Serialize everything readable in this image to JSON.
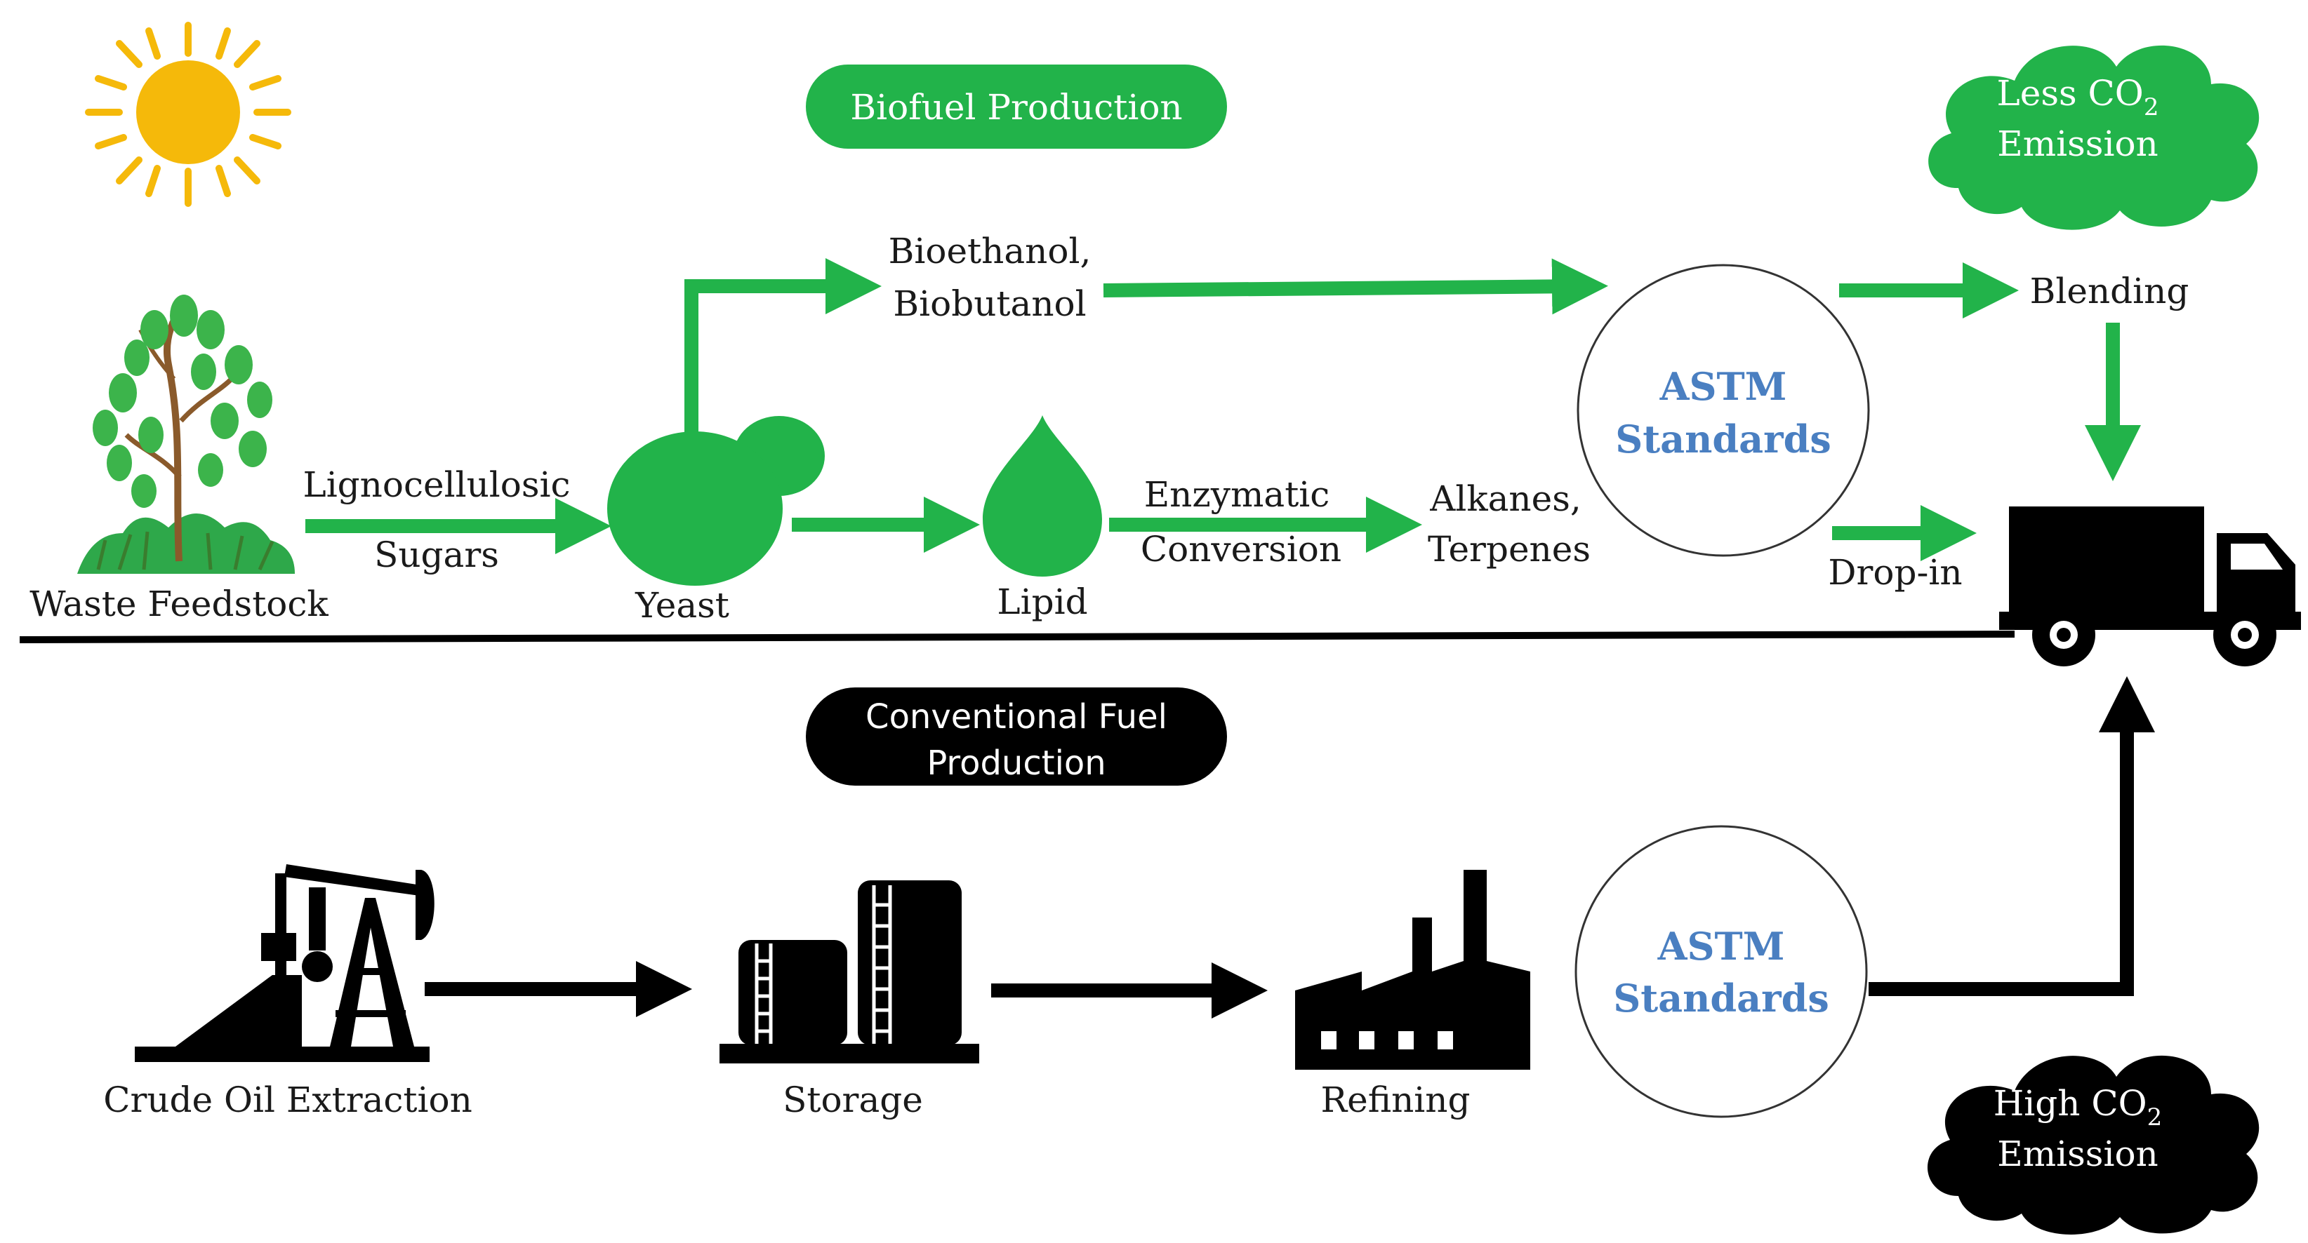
{
  "colors": {
    "bio_green": "#22b34a",
    "leaf_green": "#3cb44b",
    "conventional_black": "#000000",
    "astm_blue": "#4a7fc1"
  },
  "biofuel": {
    "title": "Biofuel Production",
    "waste_feedstock": "Waste Feedstock",
    "sugars_line1": "Lignocellulosic",
    "sugars_line2": "Sugars",
    "yeast": "Yeast",
    "lipid": "Lipid",
    "bioalcohol_line1": "Bioethanol,",
    "bioalcohol_line2": "Biobutanol",
    "enzymatic_line1": "Enzymatic",
    "enzymatic_line2": "Conversion",
    "alkanes_line1": "Alkanes,",
    "alkanes_line2": "Terpenes",
    "astm_line1": "ASTM",
    "astm_line2": "Standards",
    "blending": "Blending",
    "drop_in": "Drop-in",
    "cloud_line1": "Less CO",
    "cloud_sub": "2",
    "cloud_line2": "Emission"
  },
  "conventional": {
    "title_line1": "Conventional Fuel",
    "title_line2": "Production",
    "crude_oil": "Crude Oil Extraction",
    "storage": "Storage",
    "refining": "Refining",
    "astm_line1": "ASTM",
    "astm_line2": "Standards",
    "cloud_line1": "High CO",
    "cloud_sub": "2",
    "cloud_line2": "Emission"
  },
  "icons": {
    "sun": "sun-icon",
    "plant": "plant-icon",
    "yeast": "yeast-cell-icon",
    "lipid": "lipid-droplet-icon",
    "truck": "truck-icon",
    "pumpjack": "oil-pumpjack-icon",
    "tanks": "storage-tanks-icon",
    "factory": "refinery-factory-icon"
  }
}
